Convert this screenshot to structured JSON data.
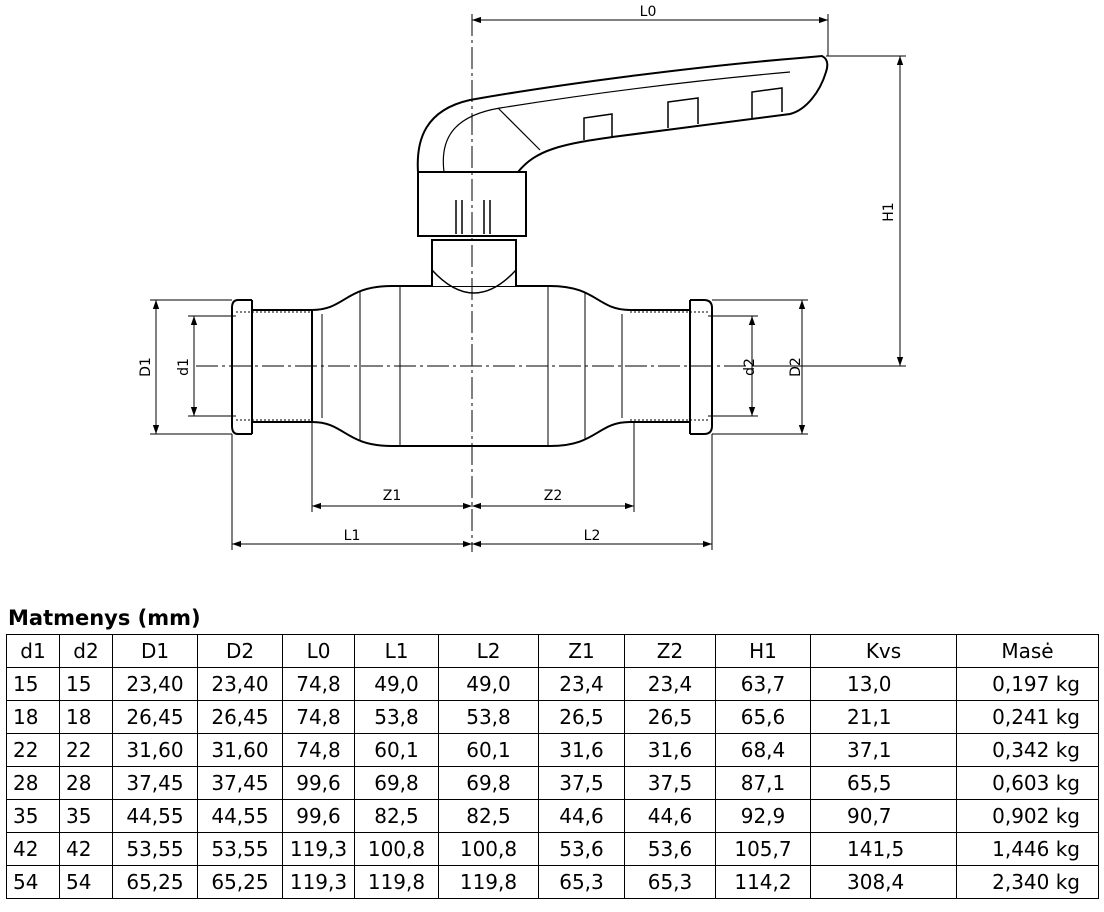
{
  "drawing": {
    "labels": {
      "L0": "L0",
      "H1": "H1",
      "D1": "D1",
      "d1": "d1",
      "d2": "d2",
      "D2": "D2",
      "Z1": "Z1",
      "Z2": "Z2",
      "L1": "L1",
      "L2": "L2"
    }
  },
  "table": {
    "title": "Matmenys (mm)",
    "headers": [
      "d1",
      "d2",
      "D1",
      "D2",
      "L0",
      "L1",
      "L2",
      "Z1",
      "Z2",
      "H1",
      "Kvs",
      "Masė"
    ],
    "rows": [
      [
        "15",
        "15",
        "23,40",
        "23,40",
        "74,8",
        "49,0",
        "49,0",
        "23,4",
        "23,4",
        "63,7",
        "13,0",
        "0,197 kg"
      ],
      [
        "18",
        "18",
        "26,45",
        "26,45",
        "74,8",
        "53,8",
        "53,8",
        "26,5",
        "26,5",
        "65,6",
        "21,1",
        "0,241 kg"
      ],
      [
        "22",
        "22",
        "31,60",
        "31,60",
        "74,8",
        "60,1",
        "60,1",
        "31,6",
        "31,6",
        "68,4",
        "37,1",
        "0,342 kg"
      ],
      [
        "28",
        "28",
        "37,45",
        "37,45",
        "99,6",
        "69,8",
        "69,8",
        "37,5",
        "37,5",
        "87,1",
        "65,5",
        "0,603 kg"
      ],
      [
        "35",
        "35",
        "44,55",
        "44,55",
        "99,6",
        "82,5",
        "82,5",
        "44,6",
        "44,6",
        "92,9",
        "90,7",
        "0,902 kg"
      ],
      [
        "42",
        "42",
        "53,55",
        "53,55",
        "119,3",
        "100,8",
        "100,8",
        "53,6",
        "53,6",
        "105,7",
        "141,5",
        "1,446 kg"
      ],
      [
        "54",
        "54",
        "65,25",
        "65,25",
        "119,3",
        "119,8",
        "119,8",
        "65,3",
        "65,3",
        "114,2",
        "308,4",
        "2,340 kg"
      ]
    ]
  }
}
